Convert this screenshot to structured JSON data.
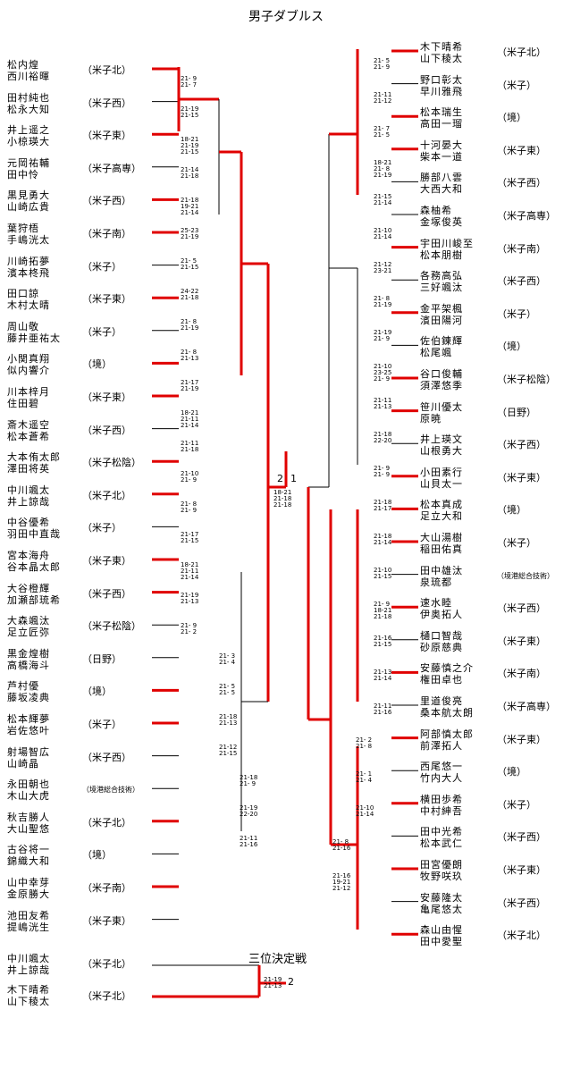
{
  "title": "男子ダブルス",
  "third_place_title": "三位決定戦",
  "left": [
    {
      "p1": "松内煌",
      "p2": "西川裕暉",
      "team": "（米子北）",
      "r1": "2"
    },
    {
      "p1": "田村純也",
      "p2": "松永大知",
      "team": "（米子西）",
      "r1": "0"
    },
    {
      "p1": "井上遥之",
      "p2": "小椋瑛大",
      "team": "（米子東）",
      "r1": "2"
    },
    {
      "p1": "元岡祐輔",
      "p2": "田中怜",
      "team": "（米子高専）",
      "r1": "1"
    },
    {
      "p1": "黒見勇大",
      "p2": "山崎広貴",
      "team": "（米子西）",
      "r1": "2"
    },
    {
      "p1": "葉狩梧",
      "p2": "手嶋洸太",
      "team": "（米子南）",
      "r1": "2"
    },
    {
      "p1": "川崎拓夢",
      "p2": "濱本柊飛",
      "team": "（米子）",
      "r1": "1"
    },
    {
      "p1": "田口諒",
      "p2": "木村太晴",
      "team": "（米子東）",
      "r1": "2"
    },
    {
      "p1": "周山敬",
      "p2": "藤井亜祐太",
      "team": "（米子）",
      "r1": "0"
    },
    {
      "p1": "小関真翔",
      "p2": "似内響介",
      "team": "（境）",
      "r1": "2"
    },
    {
      "p1": "川本梓月",
      "p2": "住田碧",
      "team": "（米子東）",
      "r1": "2"
    },
    {
      "p1": "斎木遥空",
      "p2": "松本蒼希",
      "team": "（米子西）",
      "r1": "0"
    },
    {
      "p1": "大本侑太郎",
      "p2": "澤田将英",
      "team": "（米子松陰）",
      "r1": "2"
    },
    {
      "p1": "中川颯太",
      "p2": "井上諒哉",
      "team": "（米子北）",
      "r1": "2"
    },
    {
      "p1": "中谷優希",
      "p2": "羽田中直哉",
      "team": "（米子）",
      "r1": "0"
    },
    {
      "p1": "宮本海舟",
      "p2": "谷本晶太郎",
      "team": "（米子東）",
      "r1": "2"
    },
    {
      "p1": "大谷橙輝",
      "p2": "加瀬部琉希",
      "team": "（米子西）",
      "r1": "2"
    },
    {
      "p1": "大森颯汰",
      "p2": "足立匠弥",
      "team": "（米子松陰）",
      "r1": "1"
    },
    {
      "p1": "黒金煌樹",
      "p2": "高橋海斗",
      "team": "（日野）",
      "r1": "0"
    },
    {
      "p1": "芦村優",
      "p2": "藤坂凌典",
      "team": "（境）",
      "r1": "2"
    },
    {
      "p1": "松本輝夢",
      "p2": "岩佐悠叶",
      "team": "（米子）",
      "r1": "2"
    },
    {
      "p1": "射場智広",
      "p2": "山崎晶",
      "team": "（米子西）",
      "r1": "0"
    },
    {
      "p1": "永田朝也",
      "p2": "木山大虎",
      "team": "（境港総合技術）",
      "r1": "1"
    },
    {
      "p1": "秋吉勝人",
      "p2": "大山聖悠",
      "team": "（米子北）",
      "r1": "2"
    },
    {
      "p1": "古谷将一",
      "p2": "錦織大和",
      "team": "（境）",
      "r1": "0"
    },
    {
      "p1": "山中幸芽",
      "p2": "金原勝大",
      "team": "（米子南）",
      "r1": "2"
    },
    {
      "p1": "池田友希",
      "p2": "提嶋洸生",
      "team": "（米子東）",
      "r1": "0"
    }
  ],
  "right": [
    {
      "p1": "木下晴希",
      "p2": "山下稜太",
      "team": "（米子北）",
      "r1": "2"
    },
    {
      "p1": "野口彰太",
      "p2": "早川雅飛",
      "team": "（米子）",
      "r1": "0"
    },
    {
      "p1": "松本瑞生",
      "p2": "高田一瑠",
      "team": "（境）",
      "r1": "2"
    },
    {
      "p1": "十河晏大",
      "p2": "柴本一道",
      "team": "（米子東）",
      "r1": "2"
    },
    {
      "p1": "勝部八雲",
      "p2": "大西大和",
      "team": "（米子西）",
      "r1": "0"
    },
    {
      "p1": "森柚希",
      "p2": "金塚俊英",
      "team": "（米子高専）",
      "r1": "1"
    },
    {
      "p1": "宇田川峻至",
      "p2": "松本朋樹",
      "team": "（米子南）",
      "r1": "2"
    },
    {
      "p1": "各務高弘",
      "p2": "三好颯汰",
      "team": "（米子西）",
      "r1": "0"
    },
    {
      "p1": "金平架楓",
      "p2": "濱田陽河",
      "team": "（米子）",
      "r1": "2"
    },
    {
      "p1": "佐伯錬輝",
      "p2": "松尾颯",
      "team": "（境）",
      "r1": "0"
    },
    {
      "p1": "谷口俊輔",
      "p2": "須澤悠季",
      "team": "（米子松陰）",
      "r1": "2"
    },
    {
      "p1": "笹川優太",
      "p2": "原暁",
      "team": "（日野）",
      "r1": "2"
    },
    {
      "p1": "井上瑛文",
      "p2": "山根勇大",
      "team": "（米子西）",
      "r1": "0"
    },
    {
      "p1": "小田素行",
      "p2": "山貝太一",
      "team": "（米子東）",
      "r1": "2"
    },
    {
      "p1": "松本真成",
      "p2": "足立大和",
      "team": "（境）",
      "r1": "2"
    },
    {
      "p1": "大山湯樹",
      "p2": "稲田佑真",
      "team": "（米子）",
      "r1": "2"
    },
    {
      "p1": "田中雄汰",
      "p2": "泉琉都",
      "team": "（境港総合技術）",
      "r1": "0"
    },
    {
      "p1": "速水睦",
      "p2": "伊奥拓人",
      "team": "（米子西）",
      "r1": "2"
    },
    {
      "p1": "樋口智哉",
      "p2": "砂原慈典",
      "team": "（米子東）",
      "r1": "0"
    },
    {
      "p1": "安藤慎之介",
      "p2": "権田卓也",
      "team": "（米子南）",
      "r1": "2"
    },
    {
      "p1": "里道俊亮",
      "p2": "桑本航太朗",
      "team": "（米子高専）",
      "r1": "0"
    },
    {
      "p1": "阿部慎太郎",
      "p2": "前澤拓人",
      "team": "（米子東）",
      "r1": "2"
    },
    {
      "p1": "西尾悠一",
      "p2": "竹内大人",
      "team": "（境）",
      "r1": "0"
    },
    {
      "p1": "横田歩希",
      "p2": "中村紳吾",
      "team": "（米子）",
      "r1": "2"
    },
    {
      "p1": "田中光希",
      "p2": "松本武仁",
      "team": "（米子西）",
      "r1": "0"
    },
    {
      "p1": "田宮優朗",
      "p2": "牧野咲玖",
      "team": "（米子東）",
      "r1": "2"
    },
    {
      "p1": "安藤隆太",
      "p2": "亀尾悠太",
      "team": "（米子西）",
      "r1": "0"
    },
    {
      "p1": "森山由惺",
      "p2": "田中愛聖",
      "team": "（米子北）",
      "r1": "2"
    }
  ],
  "third_place": [
    {
      "p1": "中川颯太",
      "p2": "井上諒哉",
      "team": "（米子北）"
    },
    {
      "p1": "木下晴希",
      "p2": "山下稜太",
      "team": "（米子北）"
    }
  ],
  "scores_left": [
    {
      "t": "21- 9\n21- 7"
    },
    {
      "t": "21-19\n21-15"
    },
    {
      "t": "18-21\n21-19\n21-15"
    },
    {
      "t": "21-14\n21-18"
    },
    {
      "t": "21-18\n19-21\n21-14"
    },
    {
      "t": "25-23\n21-19"
    },
    {
      "t": "21- 5\n21-15"
    },
    {
      "t": "24-22\n21-18"
    },
    {
      "t": "21- 8\n21-19"
    },
    {
      "t": "21- 8\n21-13"
    },
    {
      "t": "21-17\n21-19"
    },
    {
      "t": "18-21\n21-11\n21-14"
    },
    {
      "t": "21-11\n21-18"
    },
    {
      "t": "21-10\n21- 9"
    },
    {
      "t": "21- 8\n21- 9"
    },
    {
      "t": "21-17\n21-15"
    },
    {
      "t": "18-21\n21-11\n21-14"
    },
    {
      "t": "21-19\n21-13"
    },
    {
      "t": "21- 9\n21- 2"
    },
    {
      "t": "21- 3\n21- 4"
    },
    {
      "t": "21- 5\n21- 5"
    },
    {
      "t": "21-18\n21-13"
    },
    {
      "t": "21-12\n21-15"
    },
    {
      "t": "21-18\n21- 9"
    },
    {
      "t": "21-19\n22-20"
    },
    {
      "t": "21-11\n21-16"
    }
  ],
  "scores_right": [
    {
      "t": "21- 5\n21- 9"
    },
    {
      "t": "21-11\n21-12"
    },
    {
      "t": "21- 7\n21- 5"
    },
    {
      "t": "18-21\n21- 8\n21-19"
    },
    {
      "t": "21-15\n21-14"
    },
    {
      "t": "21-10\n21-14"
    },
    {
      "t": "21-12\n23-21"
    },
    {
      "t": "21- 8\n21-19"
    },
    {
      "t": "21-19\n21- 9"
    },
    {
      "t": "21-10\n23-25\n21- 9"
    },
    {
      "t": "21-11\n21-13"
    },
    {
      "t": "21-18\n22-20"
    },
    {
      "t": "21- 9\n21- 9"
    },
    {
      "t": "21-18\n21-17"
    },
    {
      "t": "21-18\n21-14"
    },
    {
      "t": "21-10\n21-15"
    },
    {
      "t": "21- 9\n18-21\n21-18"
    },
    {
      "t": "21-16\n21-15"
    },
    {
      "t": "21-13\n21-14"
    },
    {
      "t": "21-11\n21-16"
    },
    {
      "t": "21- 2\n21- 8"
    },
    {
      "t": "21- 1\n21- 4"
    },
    {
      "t": "21-10\n21-14"
    },
    {
      "t": "21- 8\n21-16"
    },
    {
      "t": "21-16\n19-21\n21-12"
    }
  ],
  "final_score": "18-21\n21-18\n21-18",
  "third_score": "21-19\n21-13",
  "final_result": {
    "left": "2",
    "right": "1"
  },
  "third_result": "2",
  "colors": {
    "win": "#e00000",
    "line": "#000000"
  }
}
